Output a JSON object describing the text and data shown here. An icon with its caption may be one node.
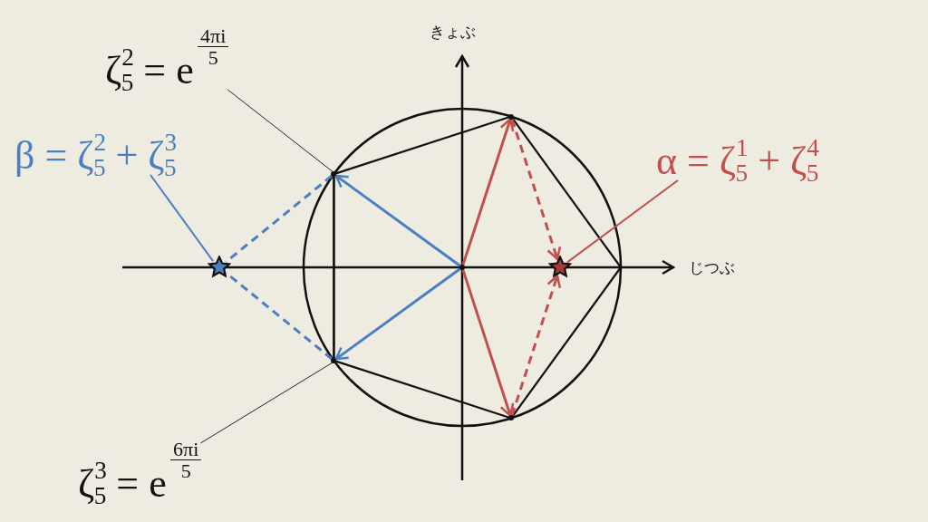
{
  "diagram": {
    "nodes": [
      {
        "text": [
          "ζ$^{2}$$_{5}$ = e",
          "4πi",
          "5"
        ]
      },
      {
        "text": [
          "β = ζ$^{2}$$_{5}$ + ζ$^{3}$$_{5}$"
        ]
      },
      {
        "text": [
          "α = ζ$^{1}$$_{5}$ + ζ$^{4}$$_{5}$"
        ]
      },
      {
        "text": [
          "ζ$^{3}$$_{5}$ = e",
          "6πi",
          "5"
        ]
      },
      {
        "text": [],
        "shape": "circle"
      },
      {
        "text": [],
        "shape": "circle"
      },
      {
        "text": [],
        "shape": "circle"
      },
      {
        "text": [],
        "shape": "circle"
      },
      {
        "text": [],
        "shape": "circle"
      },
      {
        "text": [],
        "shape": "star"
      },
      {
        "text": [],
        "shape": "star"
      }
    ],
    "edges": [
      {
        "from": 4,
        "to": 5,
        "arrow": "to",
        "color": "#c0504d"
      },
      {
        "from": 4,
        "to": 8,
        "arrow": "to",
        "color": "#c0504d"
      },
      {
        "from": 5,
        "to": 10,
        "arrow": "to",
        "style": "dashed",
        "color": "#c0504d"
      },
      {
        "from": 8,
        "to": 10,
        "arrow": "to",
        "style": "dashed",
        "color": "#c0504d"
      },
      {
        "from": 4,
        "to": 6,
        "arrow": "to",
        "color": "#4a7fc1"
      },
      {
        "from": 4,
        "to": 7,
        "arrow": "to",
        "color": "#4a7fc1"
      },
      {
        "from": 6,
        "to": 9,
        "arrow": "none",
        "style": "dashed",
        "color": "#4a7fc1"
      },
      {
        "from": 7,
        "to": 9,
        "arrow": "none",
        "style": "dashed",
        "color": "#4a7fc1"
      },
      {
        "from": 0,
        "to": 6,
        "arrow": "none",
        "color": "#222222"
      },
      {
        "from": 1,
        "to": 9,
        "arrow": "none",
        "color": "#4a7fc1"
      },
      {
        "from": 2,
        "to": 10,
        "arrow": "none",
        "color": "#c0504d"
      },
      {
        "from": 3,
        "to": 7,
        "arrow": "none",
        "color": "#222222"
      },
      {
        "from": 6,
        "to": 7,
        "arrow": "none",
        "color": "#111111"
      }
    ],
    "labels": [
      "きょぶ",
      "じつぶ"
    ]
  }
}
